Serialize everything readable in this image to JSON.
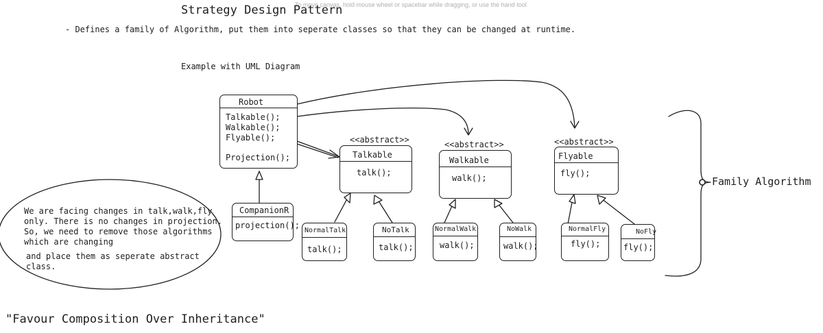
{
  "canvas_hint": "To move canvas, hold mouse wheel or spacebar while dragging, or use the hand tool",
  "title": "Strategy Design Pattern",
  "definition": "- Defines a family of Algorithm, put them into seperate classes so that they can be changed at runtime.",
  "example_label": "Example with UML Diagram",
  "robot": {
    "name": "Robot",
    "methods": [
      "Talkable();",
      "Walkable();",
      "Flyable();"
    ],
    "projection": "Projection();"
  },
  "companion": {
    "name": "CompanionR",
    "method": "projection();"
  },
  "talkable": {
    "stereotype": "<<abstract>>",
    "name": "Talkable",
    "method": "talk();"
  },
  "walkable": {
    "stereotype": "<<abstract>>",
    "name": "Walkable",
    "method": "walk();"
  },
  "flyable": {
    "stereotype": "<<abstract>>",
    "name": "Flyable",
    "method": "fly();"
  },
  "normal_talk": {
    "name": "NormalTalk",
    "method": "talk();"
  },
  "no_talk": {
    "name": "NoTalk",
    "method": "talk();"
  },
  "normal_walk": {
    "name": "NormalWalk",
    "method": "walk();"
  },
  "no_walk": {
    "name": "NoWalk",
    "method": "walk();"
  },
  "normal_fly": {
    "name": "NormalFly",
    "method": "fly();"
  },
  "no_fly": {
    "name": "NoFly",
    "method": "fly();"
  },
  "family_label": "Family Algorithm",
  "note": {
    "line1": "We are facing changes in talk,walk,fly\nonly. There is no changes in projection.\nSo, we need to remove those algorithms\nwhich are changing",
    "line2": "and place them as seperate abstract\nclass."
  },
  "quote": "\"Favour Composition Over Inheritance\""
}
